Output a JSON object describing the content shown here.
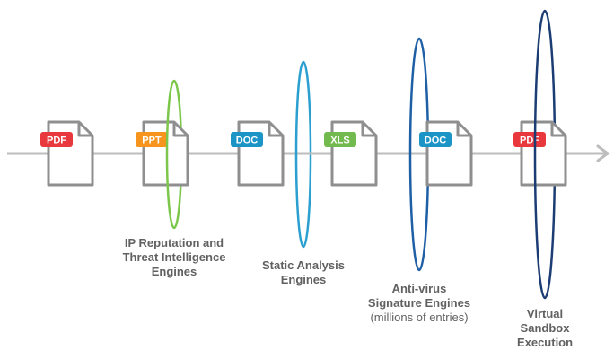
{
  "files": [
    {
      "type": "PDF",
      "color": "#e8383d"
    },
    {
      "type": "PPT",
      "color": "#f7941d"
    },
    {
      "type": "DOC",
      "color": "#1c95c6"
    },
    {
      "type": "XLS",
      "color": "#72b94e"
    },
    {
      "type": "DOC",
      "color": "#1c95c6"
    },
    {
      "type": "PDF",
      "color": "#e8383d"
    }
  ],
  "filters": [
    {
      "name": "ip-reputation",
      "color": "#7cc74b",
      "lines": [
        "IP Reputation and",
        "Threat Intelligence",
        "Engines"
      ],
      "note": ""
    },
    {
      "name": "static-analysis",
      "color": "#2a9fd0",
      "lines": [
        "Static Analysis",
        "Engines"
      ],
      "note": ""
    },
    {
      "name": "antivirus",
      "color": "#1f5fa6",
      "lines": [
        "Anti-virus",
        "Signature Engines"
      ],
      "note": "(millions of entries)"
    },
    {
      "name": "sandbox",
      "color": "#1b3d73",
      "lines": [
        "Virtual",
        "Sandbox",
        "Execution"
      ],
      "note": ""
    }
  ],
  "colors": {
    "flow_line": "#bdbdbd",
    "doc_outline": "#8f8f8f",
    "label_text": "#616161"
  },
  "icons": {
    "flow_arrow": "arrow-right-icon",
    "file": "document-icon"
  }
}
